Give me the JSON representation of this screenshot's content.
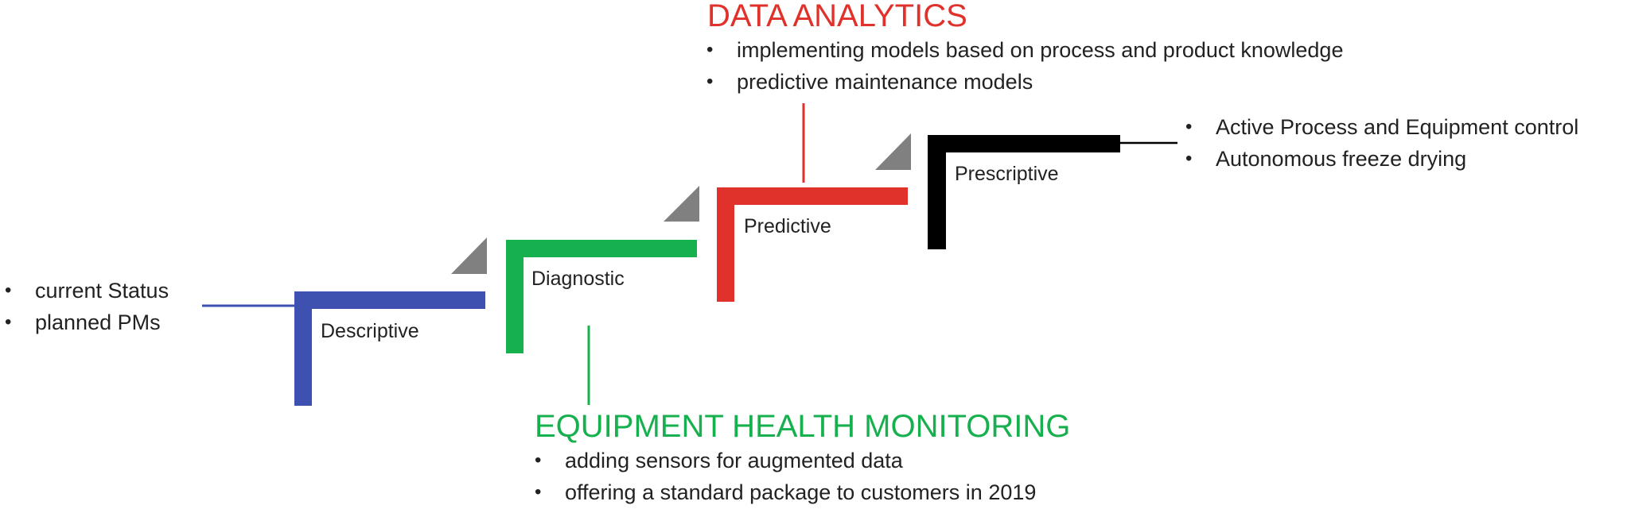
{
  "colors": {
    "descriptive": "#3F51B0",
    "diagnostic": "#17B04E",
    "predictive": "#E0312A",
    "prescriptive": "#000000",
    "marker": "#808080",
    "text": "#222222"
  },
  "stages": {
    "descriptive": "Descriptive",
    "diagnostic": "Diagnostic",
    "predictive": "Predictive",
    "prescriptive": "Prescriptive"
  },
  "left_notes": [
    "current Status",
    "planned PMs"
  ],
  "right_notes": [
    "Active Process and Equipment control",
    "Autonomous freeze drying"
  ],
  "data_analytics": {
    "title": "DATA ANALYTICS",
    "items": [
      "implementing models based on process and product knowledge",
      "predictive maintenance models"
    ]
  },
  "equipment_health": {
    "title": "EQUIPMENT HEALTH MONITORING",
    "items": [
      "adding sensors for augmented data",
      "offering a standard package to customers in 2019"
    ]
  }
}
